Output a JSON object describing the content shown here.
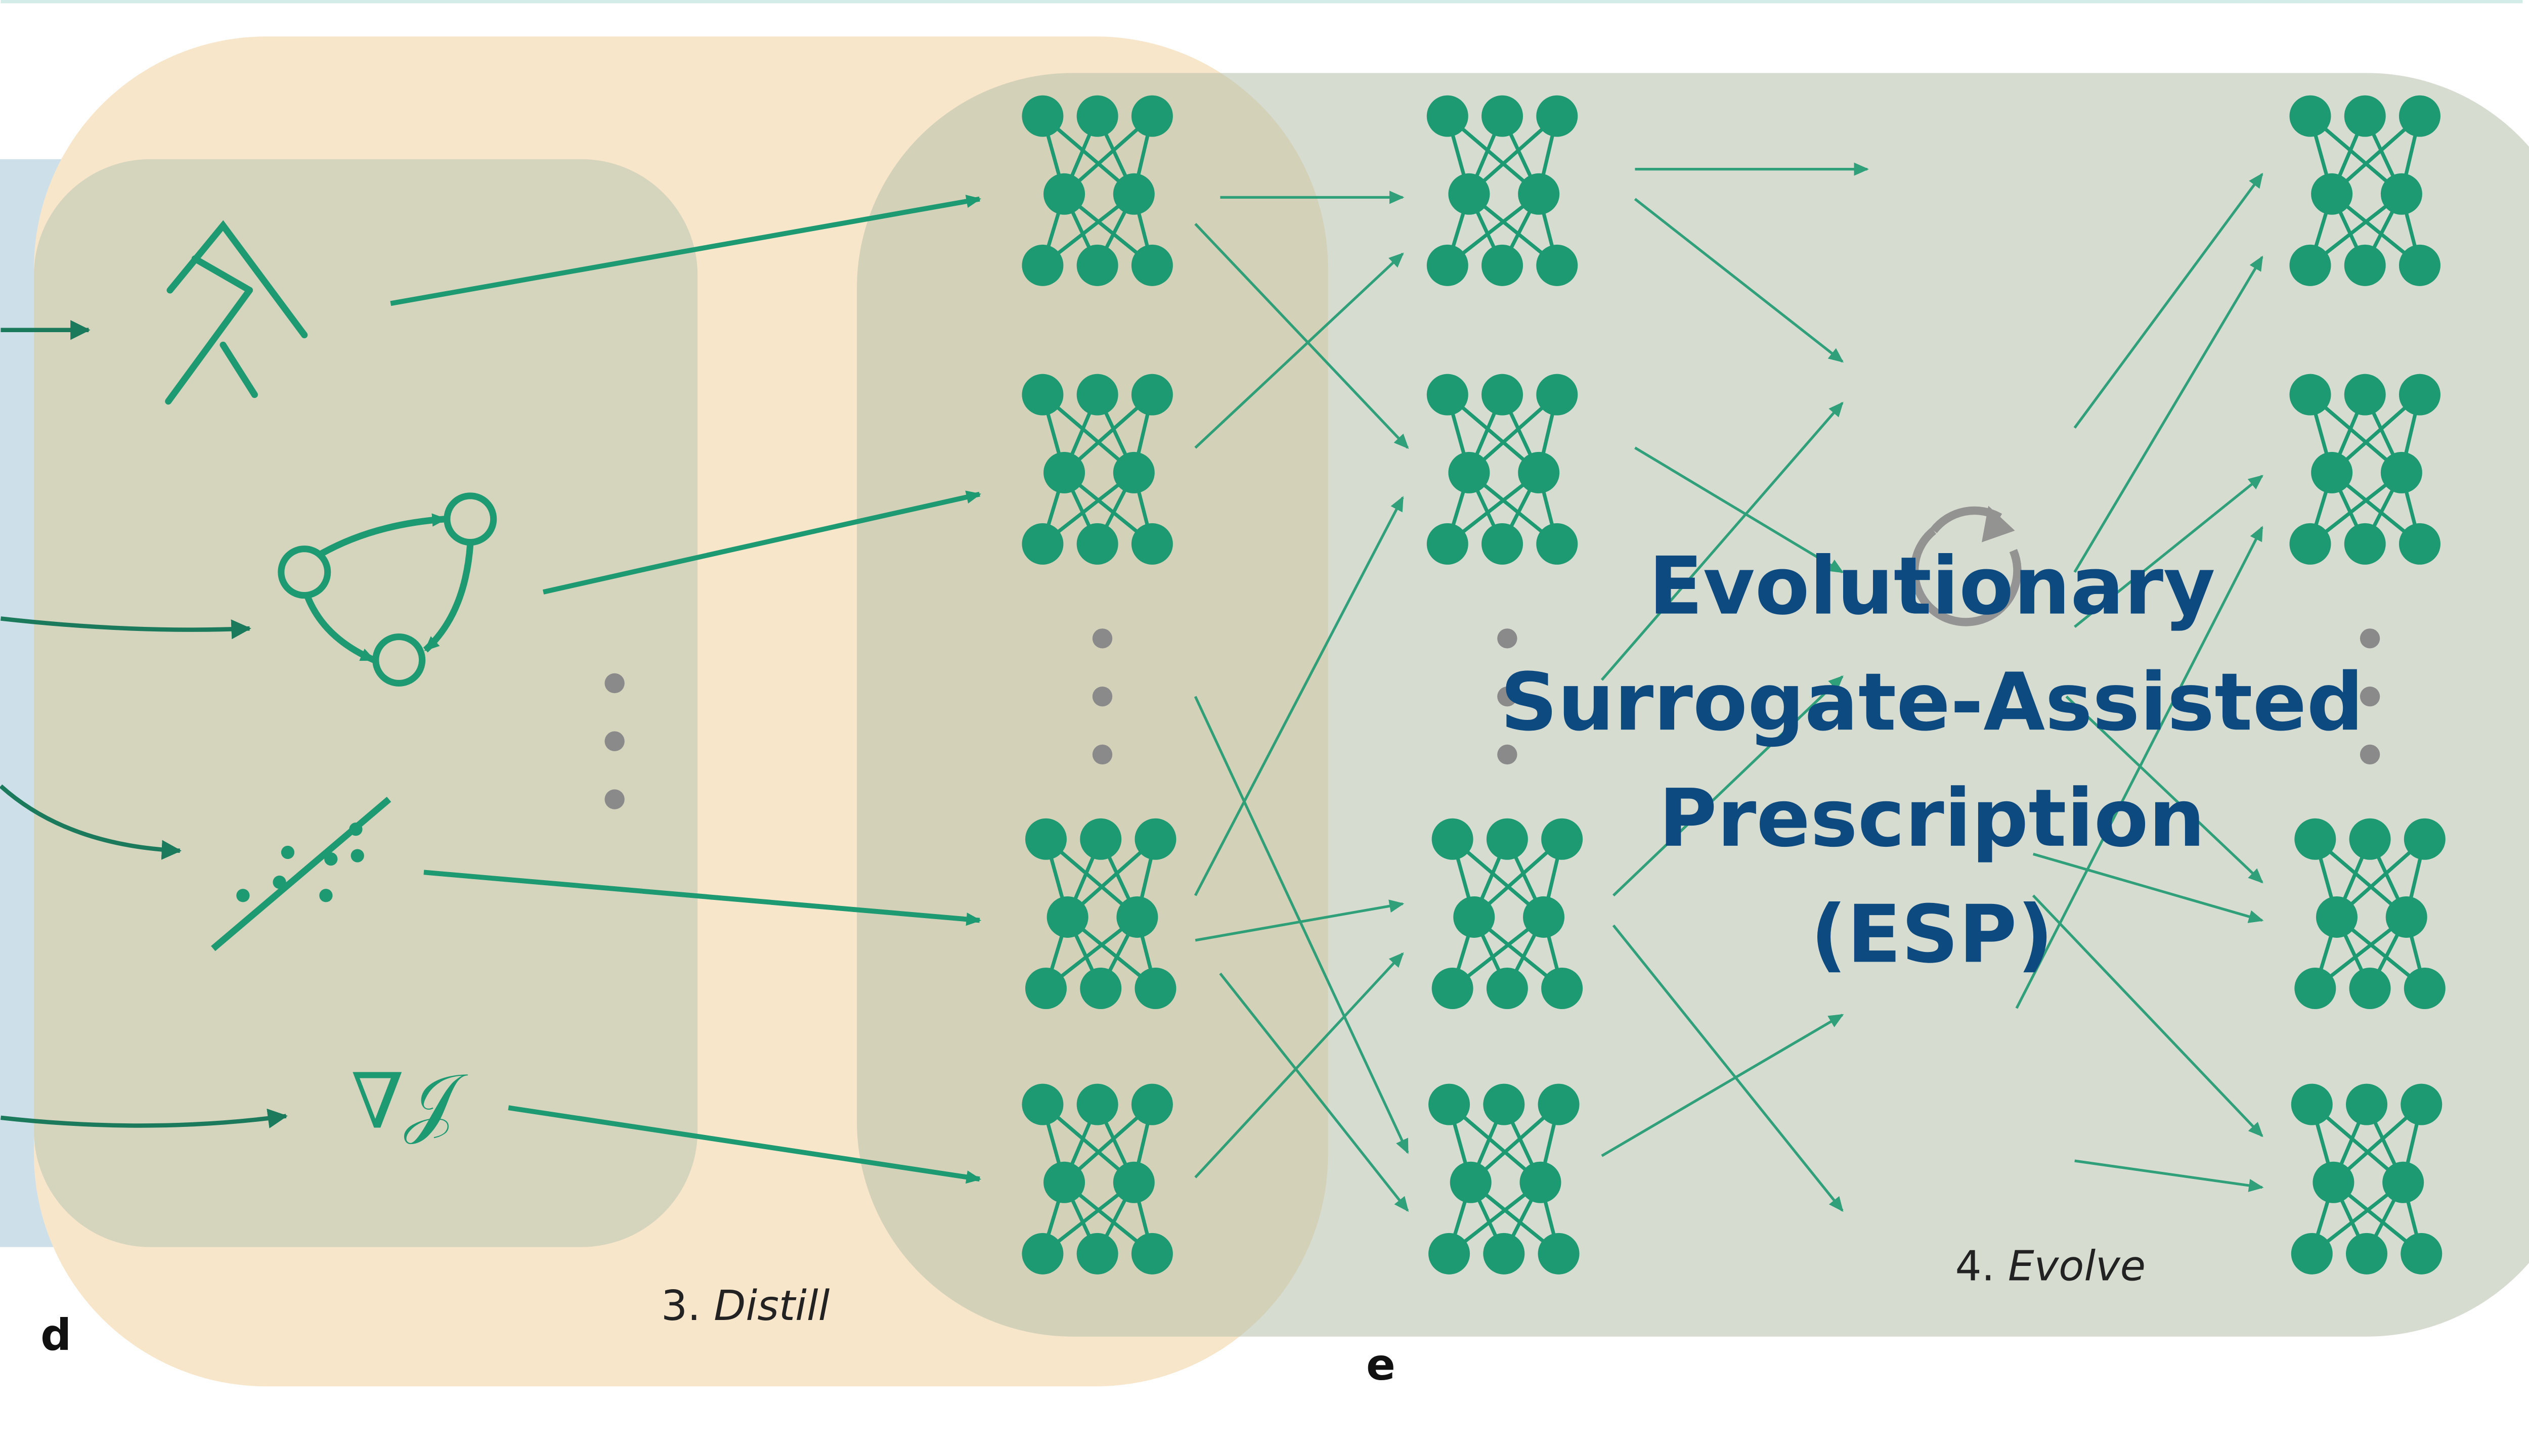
{
  "labels": {
    "panel_d": "d",
    "panel_e": "e",
    "step3_num": "3. ",
    "step3_word": "Distill",
    "step4_num": "4. ",
    "step4_word": "Evolve"
  },
  "esp_title": {
    "line1": "Evolutionary",
    "line2": "Surrogate-Assisted",
    "line3": "Prescription",
    "line4": "(ESP)"
  },
  "icons": {
    "gradient_symbol": "∇𝒥",
    "tree": "decision-tree-icon",
    "graph": "state-graph-icon",
    "regression": "regression-icon",
    "gradient": "gradient-objective-icon",
    "network": "neural-network-icon",
    "cycle": "cycle-arrow-icon"
  },
  "colors": {
    "green": "#1e9a72",
    "navy": "#0d4a80",
    "gray_dots": "#8a8a8a",
    "peach_region": "#f8e6cb",
    "blue_region": "#cde0ea",
    "olive_region": "#c6c9ba"
  }
}
